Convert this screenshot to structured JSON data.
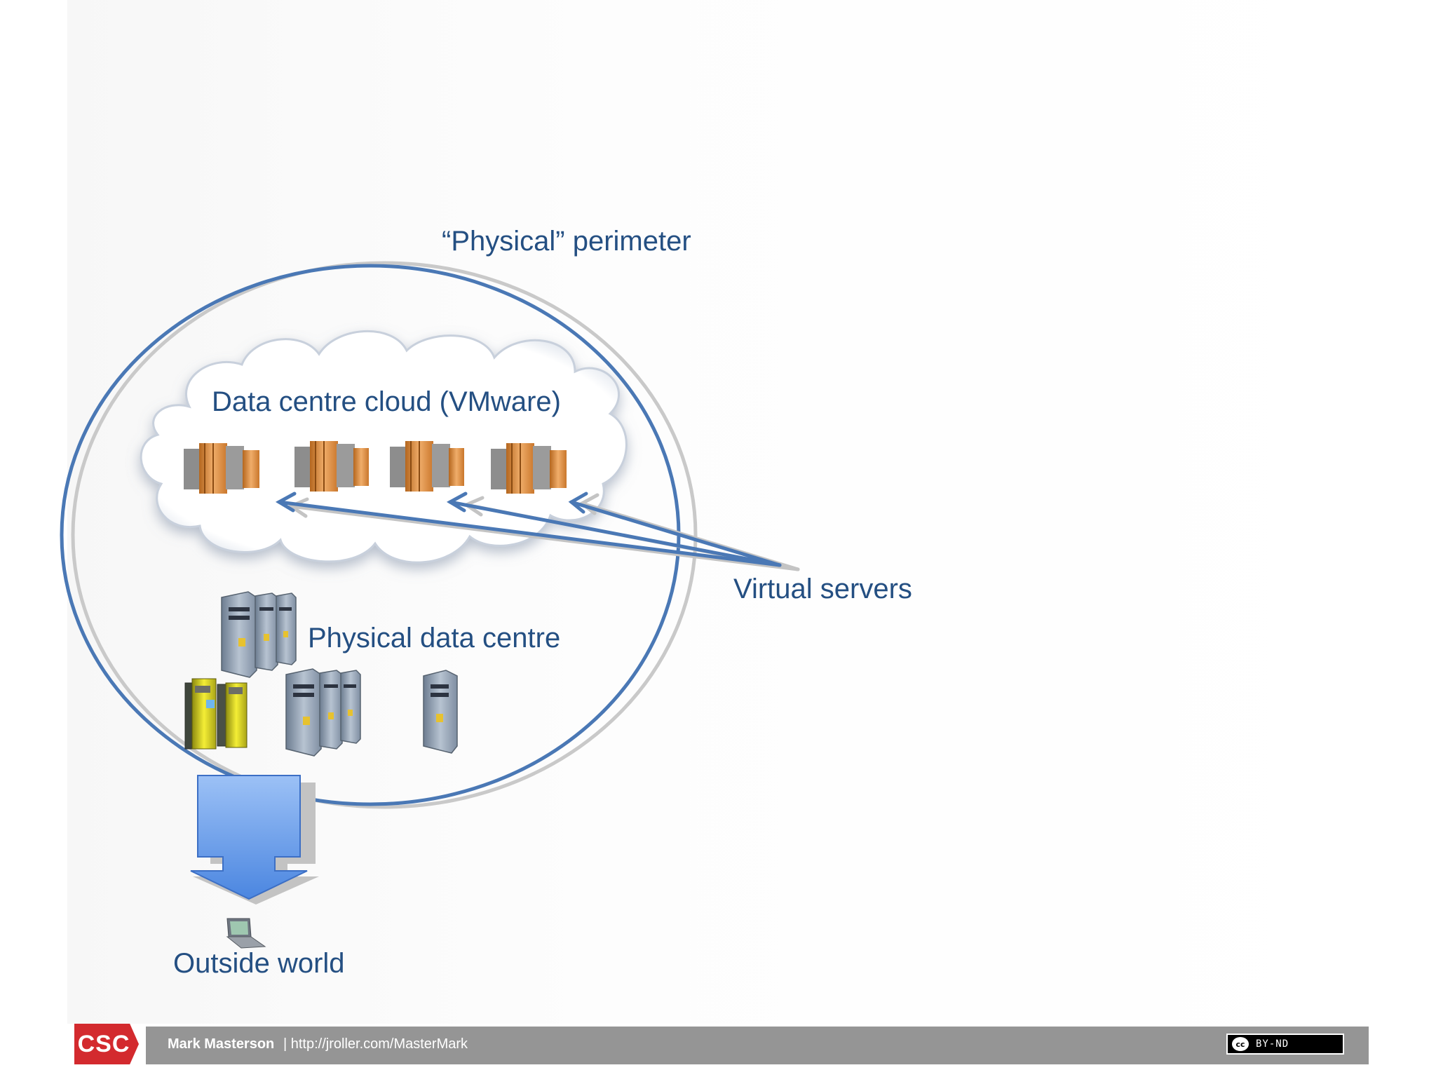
{
  "labels": {
    "perimeter": "“Physical” perimeter",
    "cloud": "Data centre cloud (VMware)",
    "virtual_servers": "Virtual servers",
    "physical_dc": "Physical data centre",
    "outside_world": "Outside world"
  },
  "footer": {
    "logo_text": "CSC",
    "author": "Mark Masterson",
    "url": "| http://jroller.com/MasterMark",
    "license_icon": "cc",
    "license": "BY-ND"
  },
  "colors": {
    "label_text": "#244f82",
    "perimeter_line": "#4a78b5",
    "arrow_fill": "#6e9de0",
    "footer_bar": "#959595",
    "logo_red": "#d32a2e"
  },
  "icons": [
    "virtual-server-icon",
    "physical-server-icon",
    "laptop-icon",
    "down-arrow-icon",
    "cloud-icon"
  ]
}
